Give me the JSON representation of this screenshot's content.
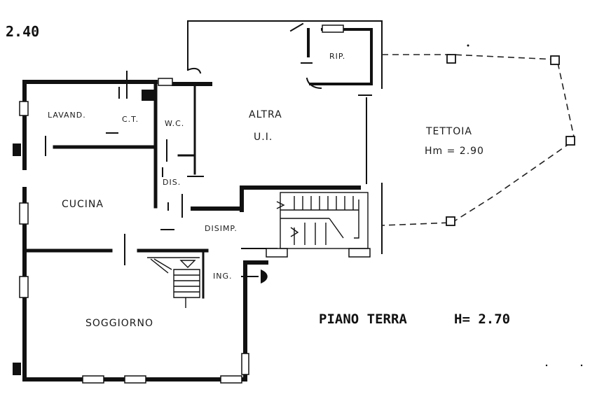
{
  "plan": {
    "title": "PIANO TERRA",
    "height_label": "H= 2.70",
    "corner_label": "2.40",
    "rooms": {
      "lavanderia": "LAVAND.",
      "centrale_termica": "C.T.",
      "wc": "W.C.",
      "disimpegno_small": "DIS.",
      "cucina": "CUCINA",
      "disimpegno": "DISIMP.",
      "soggiorno": "SOGGIORNO",
      "altra_ui_line1": "ALTRA",
      "altra_ui_line2": "U.I.",
      "ripostiglio": "RIP.",
      "tettoia": "TETTOIA",
      "tettoia_height": "Hm = 2.90",
      "ingresso": "ING."
    }
  }
}
